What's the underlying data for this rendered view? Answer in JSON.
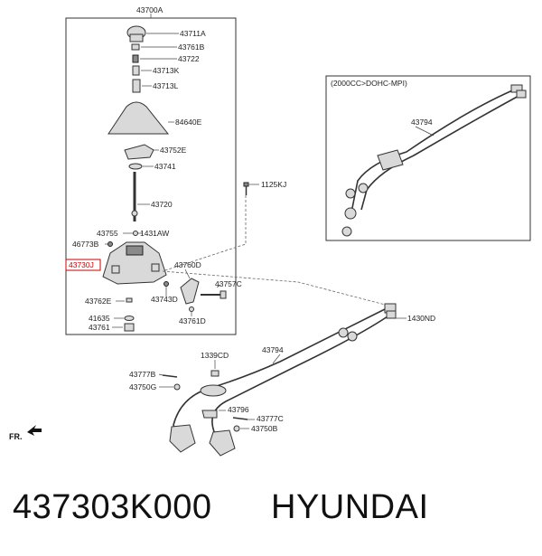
{
  "diagram": {
    "labels": {
      "l43700A": "43700A",
      "l43711A": "43711A",
      "l43761B": "43761B",
      "l43722": "43722",
      "l43713K": "43713K",
      "l43713L": "43713L",
      "l84640E": "84640E",
      "l43752E": "43752E",
      "l43741": "43741",
      "l43720": "43720",
      "l1125KJ": "1125KJ",
      "l43755": "43755",
      "l1431AW": "1431AW",
      "l46773B": "46773B",
      "l43730J": "43730J",
      "l43760D": "43760D",
      "l43757C": "43757C",
      "l43743D": "43743D",
      "l43762E": "43762E",
      "l41635": "41635",
      "l43761D": "43761D",
      "l43761": "43761",
      "l43794a": "43794",
      "l1430ND": "1430ND",
      "l1339CD": "1339CD",
      "l43794b": "43794",
      "l43777B": "43777B",
      "l43750G": "43750G",
      "l43796": "43796",
      "l43777C": "43777C",
      "l43750B": "43750B",
      "variant": "(2000CC>DOHC-MPI)",
      "fr": "FR."
    },
    "highlight_color": "#cc0000"
  },
  "caption": {
    "part_number": "437303K000",
    "brand": "HYUNDAI"
  }
}
